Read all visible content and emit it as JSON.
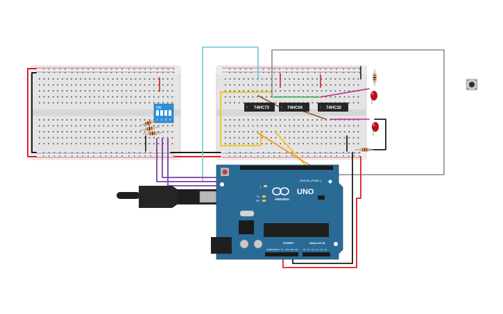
{
  "arduino": {
    "model": "UNO",
    "brand": "ARDUINO",
    "digital_header": "DIGITAL (PWM~)",
    "power_header": "POWER",
    "analog_header": "ANALOG IN",
    "tx": "TX",
    "rx": "RX",
    "l_led": "L",
    "analog_pins": [
      "A0",
      "A1",
      "A2",
      "A3",
      "A4",
      "A5"
    ],
    "power_pins": [
      "IOREF",
      "RESET",
      "3.3V",
      "5V",
      "GND",
      "GND",
      "VIN"
    ]
  },
  "chips": [
    {
      "id": "chip-1",
      "label": "74HC73"
    },
    {
      "id": "chip-2",
      "label": "74HC04"
    },
    {
      "id": "chip-3",
      "label": "74HC32"
    }
  ],
  "dip_switch": {
    "on_label": "ON",
    "positions": [
      "1",
      "2",
      "3",
      "4"
    ]
  },
  "colors": {
    "wire_red": "#e21b1b",
    "wire_black": "#1a1a1a",
    "wire_purple": "#7a3fa0",
    "wire_yellow": "#f2c21b",
    "wire_orange": "#f39a1a",
    "wire_cyan": "#6fc5d1",
    "wire_gray": "#8a8a8a",
    "wire_green": "#2fa84f",
    "wire_magenta": "#c4288a",
    "wire_brown": "#8b5a2b",
    "arduino_blue": "#2a6b96",
    "breadboard": "#e6e6e6",
    "led_red": "#b3121c",
    "dip_blue": "#2e8fd8"
  }
}
